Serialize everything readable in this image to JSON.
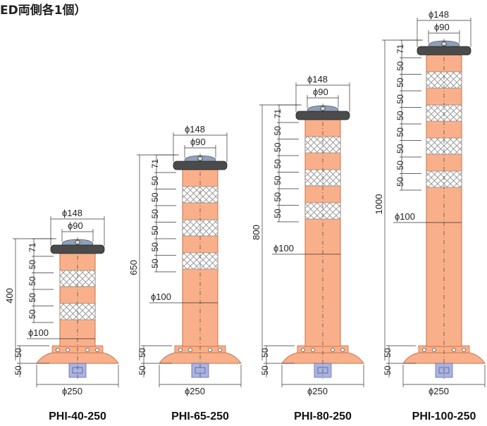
{
  "header": {
    "text": "ED両側各1個）"
  },
  "colors": {
    "post_fill": "#f9b08a",
    "post_stroke": "#c96f47",
    "cap_dark": "#4b4b4b",
    "cap_top": "#8fa0b7",
    "anchor": "#aab3e6",
    "line": "#333333"
  },
  "labels": {
    "phi148": "ϕ148",
    "phi90": "ϕ90",
    "phi100": "ϕ100",
    "phi250": "ϕ250",
    "d71": "71",
    "d50": "50"
  },
  "models": [
    {
      "name": "PHI-40-250",
      "height": "400",
      "band_count": 2
    },
    {
      "name": "PHI-65-250",
      "height": "650",
      "band_count": 3
    },
    {
      "name": "PHI-80-250",
      "height": "800",
      "band_count": 3
    },
    {
      "name": "PHI-100-250",
      "height": "1000",
      "band_count": 4
    }
  ]
}
